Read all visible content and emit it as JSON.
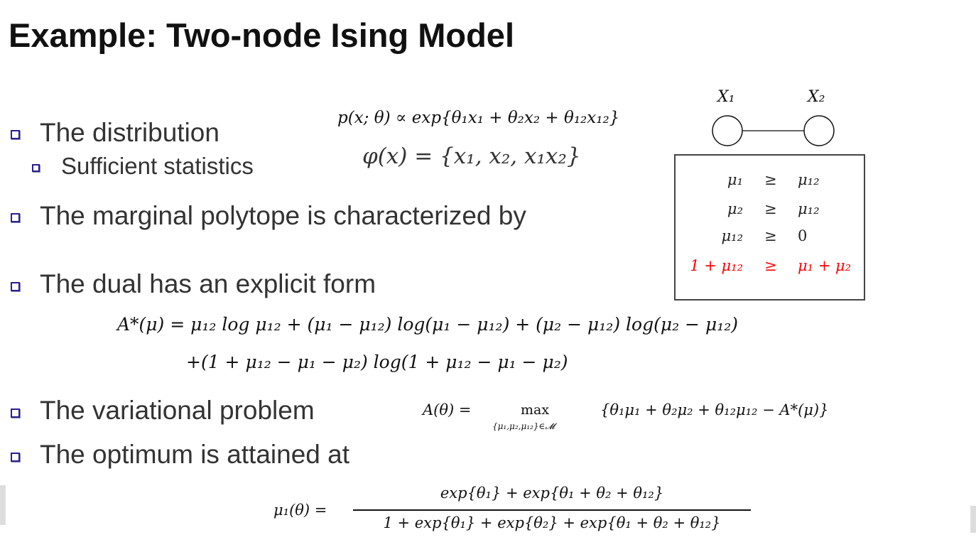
{
  "title": "Example: Two-node Ising Model",
  "bullets": {
    "distribution": "The distribution",
    "sufficient": "Sufficient statistics",
    "polytope": "The marginal polytope is characterized by",
    "dual": "The dual has an explicit form",
    "variational": "The variational problem",
    "optimum": "The optimum is attained at"
  },
  "formulas": {
    "distribution": "p(x; θ) ∝ exp{θ₁x₁ + θ₂x₂ + θ₁₂x₁₂}",
    "sufficient": "φ(x) = {x₁, x₂, x₁x₂}",
    "dual_line1": "A*(μ) = μ₁₂ log μ₁₂ + (μ₁ − μ₁₂) log(μ₁ − μ₁₂) + (μ₂ − μ₁₂) log(μ₂ − μ₁₂)",
    "dual_line2": "+(1 + μ₁₂ − μ₁ − μ₂) log(1 + μ₁₂ − μ₁ − μ₂)",
    "variational_lhs": "A(θ) =",
    "variational_max": "max",
    "variational_sub": "{μ₁,μ₂,μ₁₂}∈𝓜",
    "variational_body": "{θ₁μ₁ + θ₂μ₂ + θ₁₂μ₁₂ − A*(μ)}",
    "optimum_lhs": "μ₁(θ) =",
    "optimum_num": "exp{θ₁} + exp{θ₁ + θ₂ + θ₁₂}",
    "optimum_den": "1 + exp{θ₁} + exp{θ₂} + exp{θ₁ + θ₂ + θ₁₂}"
  },
  "graph": {
    "node1": "X₁",
    "node2": "X₂"
  },
  "constraints": [
    {
      "lhs": "μ₁",
      "op": "≥",
      "rhs": "μ₁₂"
    },
    {
      "lhs": "μ₂",
      "op": "≥",
      "rhs": "μ₁₂"
    },
    {
      "lhs": "μ₁₂",
      "op": "≥",
      "rhs": "0"
    },
    {
      "lhs": "1 + μ₁₂",
      "op": "≥",
      "rhs": "μ₁ + μ₂",
      "highlight": "#ff0000"
    }
  ],
  "colors": {
    "bullet": "#2a1f8f",
    "highlight": "#ff0000"
  }
}
